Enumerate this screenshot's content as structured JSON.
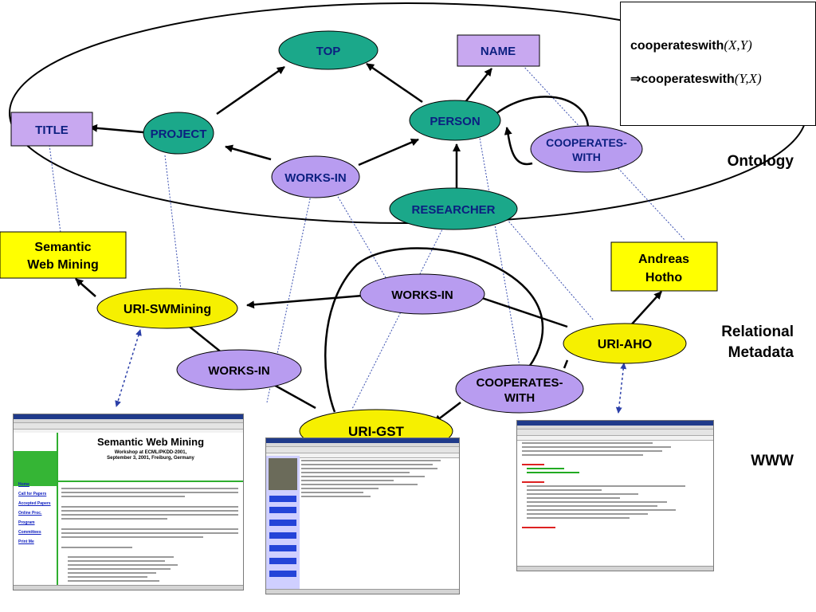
{
  "rule": {
    "line1_pred": "cooperateswith",
    "line1_args": "(X,Y)",
    "line2_arrow": "⇒",
    "line2_pred": "cooperateswith",
    "line2_args": "(Y,X)"
  },
  "layers": {
    "ontology": "Ontology",
    "relational_1": "Relational",
    "relational_2": "Metadata",
    "www": "WWW"
  },
  "ontology_nodes": {
    "top": "TOP",
    "name": "NAME",
    "title": "TITLE",
    "project": "PROJECT",
    "person": "PERSON",
    "cooperates_1": "COOPERATES-",
    "cooperates_2": "WITH",
    "works_in": "WORKS-IN",
    "researcher": "RESEARCHER"
  },
  "metadata_nodes": {
    "semantic_1": "Semantic",
    "semantic_2": "Web Mining",
    "andreas_1": "Andreas",
    "andreas_2": "Hotho",
    "uri_swmining": "URI-SWMining",
    "works_in_upper": "WORKS-IN",
    "works_in_lower": "WORKS-IN",
    "uri_aho": "URI-AHO",
    "cooperates_1": "COOPERATES-",
    "cooperates_2": "WITH",
    "uri_gst": "URI-GST"
  },
  "screenshots": {
    "swm_title": "Semantic Web Mining",
    "swm_sub1": "Workshop at ECML/PKDD-2001,",
    "swm_sub2": "September 3, 2001, Freiburg, Germany",
    "swm_nav": [
      "Home",
      "Call for Papers",
      "Accepted Papers",
      "Online Proc.",
      "Program",
      "Committees",
      "Print Me"
    ]
  },
  "colors": {
    "ontology_fill": "#1ba88a",
    "concept_box": "#c8a8f0",
    "relation_fill": "#b89cf0",
    "uri_fill": "#f6f000",
    "literal_fill": "#ffff00"
  }
}
